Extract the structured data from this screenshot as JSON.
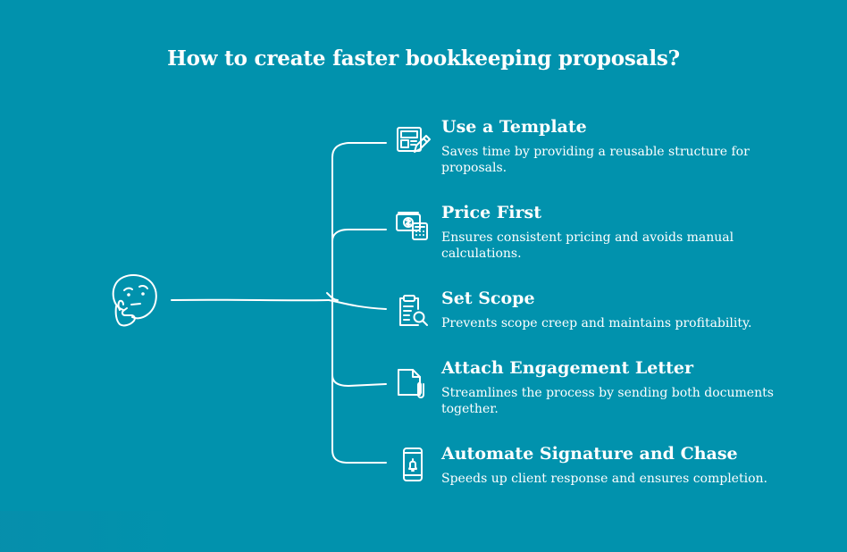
{
  "title": "How to create faster bookkeeping proposals?",
  "colors": {
    "background": "#0192ad",
    "foreground": "#ffffff"
  },
  "center_icon": "thinking-face-icon",
  "items": [
    {
      "title": "Use a Template",
      "description": "Saves time by providing a reusable structure for proposals.",
      "icon": "template-pencil-icon"
    },
    {
      "title": "Price First",
      "description": "Ensures consistent pricing and avoids manual calculations.",
      "icon": "money-calculator-icon"
    },
    {
      "title": "Set Scope",
      "description": "Prevents scope creep and maintains profitability.",
      "icon": "clipboard-search-icon"
    },
    {
      "title": "Attach Engagement Letter",
      "description": "Streamlines the process by sending both documents together.",
      "icon": "document-paperclip-icon"
    },
    {
      "title": "Automate Signature and Chase",
      "description": "Speeds up client response and ensures completion.",
      "icon": "phone-bell-icon"
    }
  ]
}
